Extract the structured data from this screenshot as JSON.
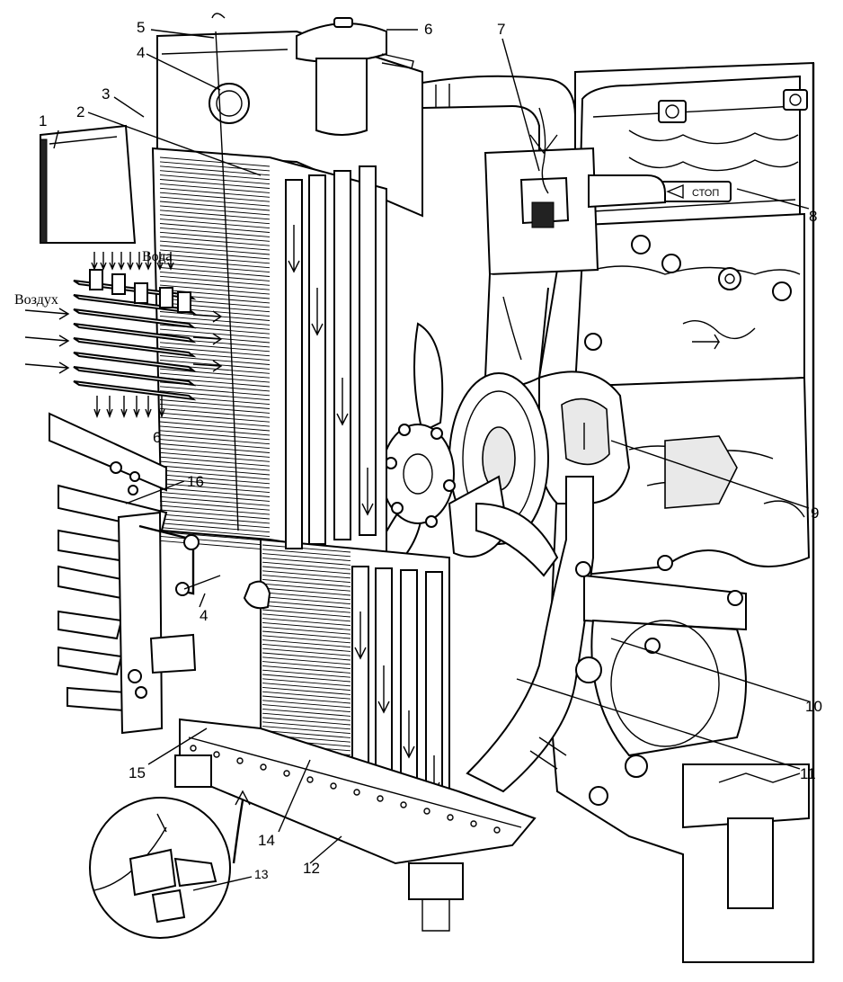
{
  "labels": [
    {
      "id": "1",
      "text": "1"
    },
    {
      "id": "2",
      "text": "2"
    },
    {
      "id": "3",
      "text": "3"
    },
    {
      "id": "4",
      "text": "4"
    },
    {
      "id": "4b",
      "text": "4"
    },
    {
      "id": "5",
      "text": "5"
    },
    {
      "id": "6",
      "text": "6"
    },
    {
      "id": "6b",
      "text": "6"
    },
    {
      "id": "7",
      "text": "7"
    },
    {
      "id": "8",
      "text": "8"
    },
    {
      "id": "9",
      "text": "9"
    },
    {
      "id": "10",
      "text": "10"
    },
    {
      "id": "11",
      "text": "11"
    },
    {
      "id": "12",
      "text": "12"
    },
    {
      "id": "13",
      "text": "13"
    },
    {
      "id": "14",
      "text": "14"
    },
    {
      "id": "15",
      "text": "15"
    },
    {
      "id": "16",
      "text": "16"
    }
  ],
  "inset": {
    "water_label": "Вода",
    "air_label": "Воздух"
  },
  "stamp_text": "СТОП"
}
